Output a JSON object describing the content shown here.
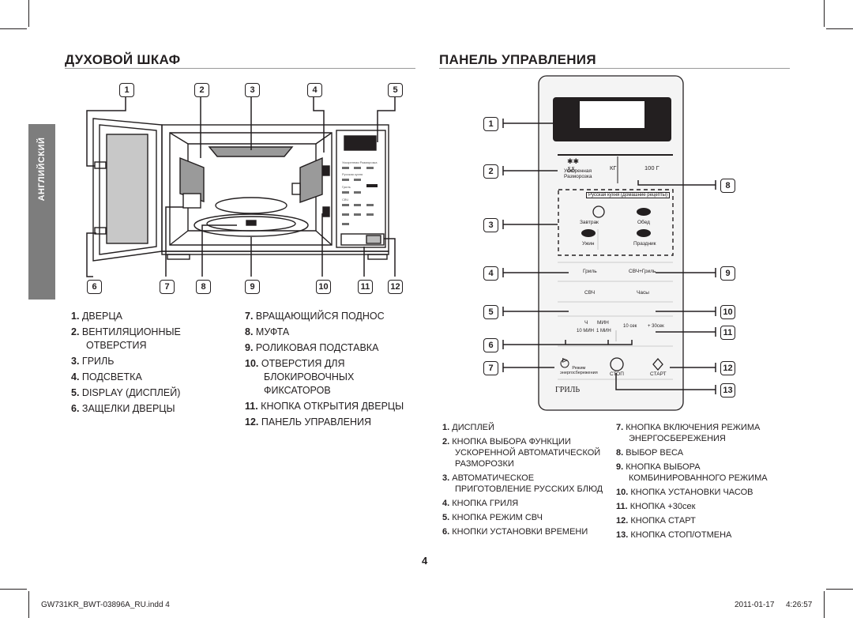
{
  "left_section": {
    "title": "ДУХОВОЙ ШКАФ",
    "side_tab": "АНГЛИЙСКИЙ",
    "callouts_top": [
      "1",
      "2",
      "3",
      "4",
      "5"
    ],
    "callouts_bottom": [
      "6",
      "7",
      "8",
      "9",
      "10",
      "11",
      "12"
    ],
    "oven_panel_labels": [
      "Ускоренная Разморозка",
      "Русская кухня",
      "Гриль",
      "СВЧ"
    ],
    "items_col1": [
      {
        "num": "1.",
        "text": "ДВЕРЦА"
      },
      {
        "num": "2.",
        "text": "ВЕНТИЛЯЦИОННЫЕ",
        "text2": "ОТВЕРСТИЯ"
      },
      {
        "num": "3.",
        "text": "ГРИЛЬ"
      },
      {
        "num": "4.",
        "text": "ПОДСВЕТКА"
      },
      {
        "num": "5.",
        "text": "DISPLAY (ДИСПЛЕЙ)"
      },
      {
        "num": "6.",
        "text": "ЗАЩЕЛКИ ДВЕРЦЫ"
      }
    ],
    "items_col2": [
      {
        "num": "7.",
        "text": "ВРАЩАЮЩИЙСЯ ПОДНОС"
      },
      {
        "num": "8.",
        "text": "МУФТА"
      },
      {
        "num": "9.",
        "text": "РОЛИКОВАЯ ПОДСТАВКА"
      },
      {
        "num": "10.",
        "text": "ОТВЕРСТИЯ ДЛЯ",
        "text2": "БЛОКИРОВОЧНЫХ",
        "text3": "ФИКСАТОРОВ"
      },
      {
        "num": "11.",
        "text": "КНОПКА ОТКРЫТИЯ ДВЕРЦЫ"
      },
      {
        "num": "12.",
        "text": "ПАНЕЛЬ УПРАВЛЕНИЯ"
      }
    ]
  },
  "right_section": {
    "title": "ПАНЕЛЬ УПРАВЛЕНИЯ",
    "callouts_left": [
      "1",
      "2",
      "3",
      "4",
      "5",
      "6",
      "7"
    ],
    "callouts_right": [
      "8",
      "9",
      "10",
      "11",
      "12",
      "13"
    ],
    "panel": {
      "defrost_label": "Ускоренная",
      "defrost_label2": "Разморозка",
      "kg": "КГ",
      "g100": "100 Г",
      "russian_header": "Русская кухня (Домашние рецепты)",
      "breakfast": "Завтрак",
      "lunch": "Обед",
      "dinner": "Ужин",
      "holiday": "Праздник",
      "grill": "Гриль",
      "mw_grill": "СВЧ+Гриль",
      "mw": "СВЧ",
      "clock": "Часы",
      "h": "Ч",
      "min": "МИН",
      "sec10": "10 сек",
      "plus30": "+ 30сек",
      "min10": "10 МИН",
      "min1": "1 МИН",
      "eco1": "Режим",
      "eco2": "энергосбережения",
      "stop": "СТОП",
      "start": "СТАРТ",
      "grill_bottom": "ГРИЛЬ"
    },
    "items_col1": [
      {
        "num": "1.",
        "text": "ДИСПЛЕЙ"
      },
      {
        "num": "2.",
        "text": "КНОПКА ВЫБОРА ФУНКЦИИ",
        "text2": "УСКОРЕННОЙ АВТОМАТИЧЕСКОЙ",
        "text3": "РАЗМОРОЗКИ"
      },
      {
        "num": "3.",
        "text": "АВТОМАТИЧЕСКОЕ",
        "text2": "ПРИГОТОВЛЕНИЕ РУССКИХ БЛЮД"
      },
      {
        "num": "4.",
        "text": "КНОПКА ГРИЛЯ"
      },
      {
        "num": "5.",
        "text": "КНОПКА РЕЖИМ СВЧ"
      },
      {
        "num": "6.",
        "text": "КНОПКИ УСТАНОВКИ ВРЕМЕНИ"
      }
    ],
    "items_col2": [
      {
        "num": "7.",
        "text": "КНОПКА ВКЛЮЧЕНИЯ РЕЖИМА",
        "text2": "ЭНЕРГОСБЕРЕЖЕНИЯ"
      },
      {
        "num": "8.",
        "text": "ВЫБОР ВЕСА"
      },
      {
        "num": "9.",
        "text": "КНОПКА ВЫБОРА",
        "text2": "КОМБИНИРОВАННОГО РЕЖИМА"
      },
      {
        "num": "10.",
        "text": "КНОПКА УСТАНОВКИ ЧАСОВ"
      },
      {
        "num": "11.",
        "text": "КНОПКА +30сек"
      },
      {
        "num": "12.",
        "text": "КНОПКА СТАРТ"
      },
      {
        "num": "13.",
        "text": "КНОПКА СТОП/ОТМЕНА"
      }
    ]
  },
  "page_number": "4",
  "footer": {
    "left": "GW731KR_BWT-03896A_RU.indd   4",
    "date": "2011-01-17",
    "time": "4:26:57"
  }
}
